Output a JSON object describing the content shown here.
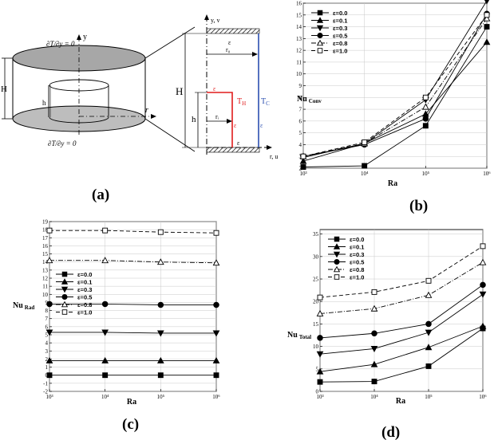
{
  "labels": {
    "a": "(a)",
    "b": "(b)",
    "c": "(c)",
    "d": "(d)"
  },
  "diagram": {
    "bc_top": "∂T/∂y = 0",
    "bc_bottom": "∂T/∂y = 0",
    "H": "H",
    "h": "h",
    "y_axis": "y",
    "r_axis": "r",
    "rv_y": "y, v",
    "rv_r": "r, u",
    "eps": "ε",
    "ro": "r₀",
    "ri": "rᵢ",
    "TH": "T",
    "TH_sub": "H",
    "TC": "T",
    "TC_sub": "C"
  },
  "chart_data": [
    {
      "id": "b",
      "type": "line",
      "xlabel": "Ra",
      "ylabel": "Nu",
      "ylabel_sub": "Conv",
      "x": [
        1000,
        10000,
        100000,
        1000000
      ],
      "x_ticks": [
        "10³",
        "10⁴",
        "10⁵",
        "10⁶"
      ],
      "x_scale": "log",
      "ylim": [
        2,
        16
      ],
      "y_ticks": [
        2,
        3,
        4,
        5,
        6,
        7,
        8,
        9,
        10,
        11,
        12,
        13,
        14,
        15,
        16
      ],
      "grid": true,
      "legend": "top-left",
      "series": [
        {
          "name": "ε=0.0",
          "values": [
            2.1,
            2.2,
            5.6,
            14.0
          ],
          "marker": "square-filled",
          "dash": "solid"
        },
        {
          "name": "ε=0.1",
          "values": [
            2.6,
            4.1,
            6.6,
            12.7
          ],
          "marker": "triangle-up-filled",
          "dash": "solid"
        },
        {
          "name": "ε=0.3",
          "values": [
            2.9,
            4.1,
            7.8,
            16.2
          ],
          "marker": "triangle-down-filled",
          "dash": "solid"
        },
        {
          "name": "ε=0.5",
          "values": [
            3.0,
            4.0,
            6.2,
            15.1
          ],
          "marker": "circle-filled",
          "dash": "solid"
        },
        {
          "name": "ε=0.8",
          "values": [
            3.0,
            4.1,
            7.2,
            14.7
          ],
          "marker": "triangle-up-open",
          "dash": "dashdot"
        },
        {
          "name": "ε=1.0",
          "values": [
            3.0,
            4.2,
            8.0,
            15.0
          ],
          "marker": "square-open",
          "dash": "dash"
        }
      ]
    },
    {
      "id": "c",
      "type": "line",
      "xlabel": "Ra",
      "ylabel": "Nu",
      "ylabel_sub": "Rad",
      "x": [
        1000,
        10000,
        100000,
        1000000
      ],
      "x_ticks": [
        "10³",
        "10⁴",
        "10⁵",
        "10⁶"
      ],
      "x_scale": "log",
      "ylim": [
        -2,
        19
      ],
      "y_ticks": [
        -2,
        -1,
        0,
        1,
        2,
        3,
        4,
        5,
        6,
        7,
        8,
        9,
        10,
        11,
        12,
        13,
        14,
        15,
        16,
        17,
        18,
        19
      ],
      "grid": true,
      "legend": "center-left",
      "series": [
        {
          "name": "ε=0.0",
          "values": [
            0,
            0,
            0,
            0
          ],
          "marker": "square-filled",
          "dash": "solid"
        },
        {
          "name": "ε=0.1",
          "values": [
            1.8,
            1.8,
            1.8,
            1.8
          ],
          "marker": "triangle-up-filled",
          "dash": "solid"
        },
        {
          "name": "ε=0.3",
          "values": [
            5.3,
            5.3,
            5.2,
            5.2
          ],
          "marker": "triangle-down-filled",
          "dash": "solid"
        },
        {
          "name": "ε=0.5",
          "values": [
            8.8,
            8.8,
            8.7,
            8.7
          ],
          "marker": "circle-filled",
          "dash": "solid"
        },
        {
          "name": "ε=0.8",
          "values": [
            14.2,
            14.2,
            14.0,
            13.9
          ],
          "marker": "triangle-up-open",
          "dash": "dashdot"
        },
        {
          "name": "ε=1.0",
          "values": [
            17.9,
            17.9,
            17.7,
            17.6
          ],
          "marker": "square-open",
          "dash": "dash"
        }
      ]
    },
    {
      "id": "d",
      "type": "line",
      "xlabel": "Ra",
      "ylabel": "Nu",
      "ylabel_sub": "Total",
      "x": [
        1000,
        10000,
        100000,
        1000000
      ],
      "x_ticks": [
        "10³",
        "10⁴",
        "10⁵",
        "10⁶"
      ],
      "x_scale": "log",
      "ylim": [
        0,
        36
      ],
      "y_ticks": [
        0,
        5,
        10,
        15,
        20,
        25,
        30,
        35
      ],
      "grid": true,
      "legend": "top-left",
      "series": [
        {
          "name": "ε=0.0",
          "values": [
            2.1,
            2.2,
            5.6,
            14.0
          ],
          "marker": "square-filled",
          "dash": "solid"
        },
        {
          "name": "ε=0.1",
          "values": [
            4.4,
            6.0,
            9.8,
            14.5
          ],
          "marker": "triangle-up-filled",
          "dash": "solid"
        },
        {
          "name": "ε=0.3",
          "values": [
            8.3,
            9.5,
            13.1,
            21.6
          ],
          "marker": "triangle-down-filled",
          "dash": "solid"
        },
        {
          "name": "ε=0.5",
          "values": [
            11.9,
            12.9,
            15.0,
            23.7
          ],
          "marker": "circle-filled",
          "dash": "solid"
        },
        {
          "name": "ε=0.8",
          "values": [
            17.3,
            18.4,
            21.4,
            28.7
          ],
          "marker": "triangle-up-open",
          "dash": "dashdot"
        },
        {
          "name": "ε=1.0",
          "values": [
            20.9,
            22.1,
            24.6,
            32.3
          ],
          "marker": "square-open",
          "dash": "dash"
        }
      ]
    }
  ]
}
